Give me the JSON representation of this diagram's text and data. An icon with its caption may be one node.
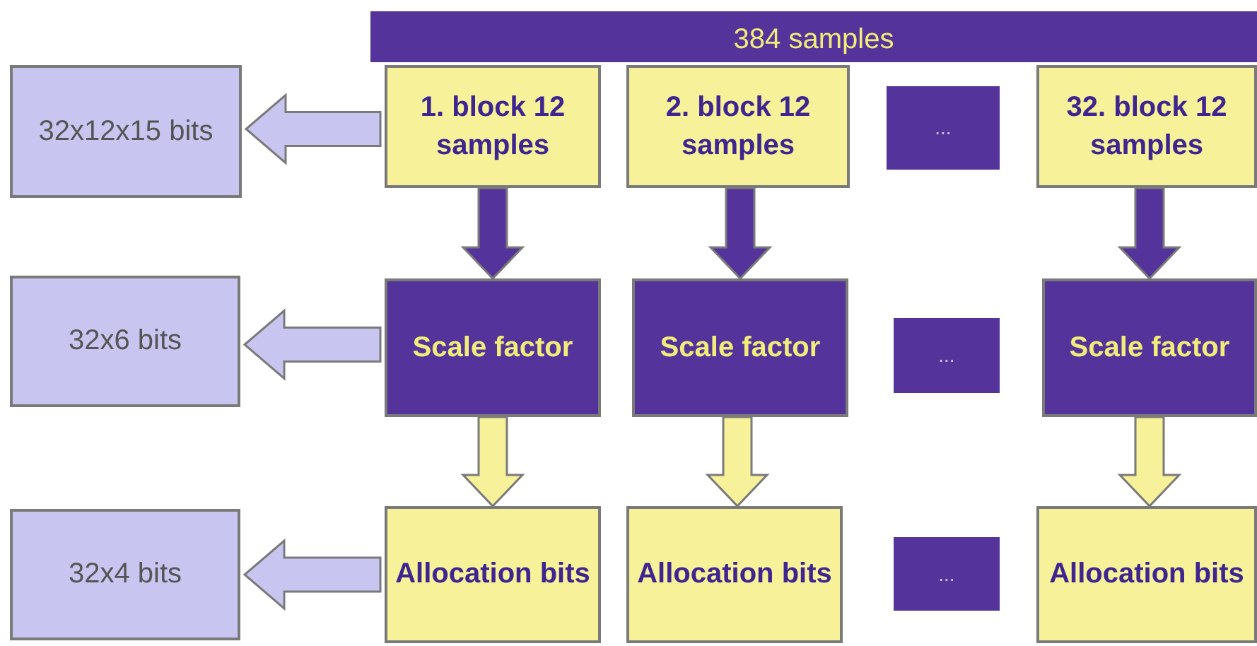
{
  "diagram": {
    "nodes": [
      {
        "text": [
          "384 samples"
        ]
      },
      {
        "text": [
          "32x12x15 bits"
        ]
      },
      {
        "text": [
          "1. block 12 samples"
        ]
      },
      {
        "text": [
          "2. block 12 samples"
        ]
      },
      {
        "text": [
          "..."
        ]
      },
      {
        "text": [
          "32. block 12 samples"
        ]
      },
      {
        "text": [
          "32x6 bits"
        ]
      },
      {
        "text": [
          "Scale factor"
        ]
      },
      {
        "text": [
          "Scale factor"
        ]
      },
      {
        "text": [
          "..."
        ]
      },
      {
        "text": [
          "Scale factor"
        ]
      },
      {
        "text": [
          "32x4 bits"
        ]
      },
      {
        "text": [
          "Allocation bits"
        ]
      },
      {
        "text": [
          "Allocation bits"
        ]
      },
      {
        "text": [
          "..."
        ]
      },
      {
        "text": [
          "Allocation bits"
        ]
      }
    ],
    "edges": [
      {
        "from": 2,
        "to": 1,
        "arrow": "to",
        "color": "#c8c6f0"
      },
      {
        "from": 2,
        "to": 7,
        "arrow": "to",
        "color": "#54349a"
      },
      {
        "from": 3,
        "to": 8,
        "arrow": "to",
        "color": "#54349a"
      },
      {
        "from": 5,
        "to": 10,
        "arrow": "to",
        "color": "#54349a"
      },
      {
        "from": 7,
        "to": 6,
        "arrow": "to",
        "color": "#c8c6f0"
      },
      {
        "from": 7,
        "to": 12,
        "arrow": "to",
        "color": "#f7f29a"
      },
      {
        "from": 8,
        "to": 13,
        "arrow": "to",
        "color": "#f7f29a"
      },
      {
        "from": 10,
        "to": 15,
        "arrow": "to",
        "color": "#f7f29a"
      },
      {
        "from": 12,
        "to": 11,
        "arrow": "to",
        "color": "#c8c6f0"
      }
    ]
  }
}
